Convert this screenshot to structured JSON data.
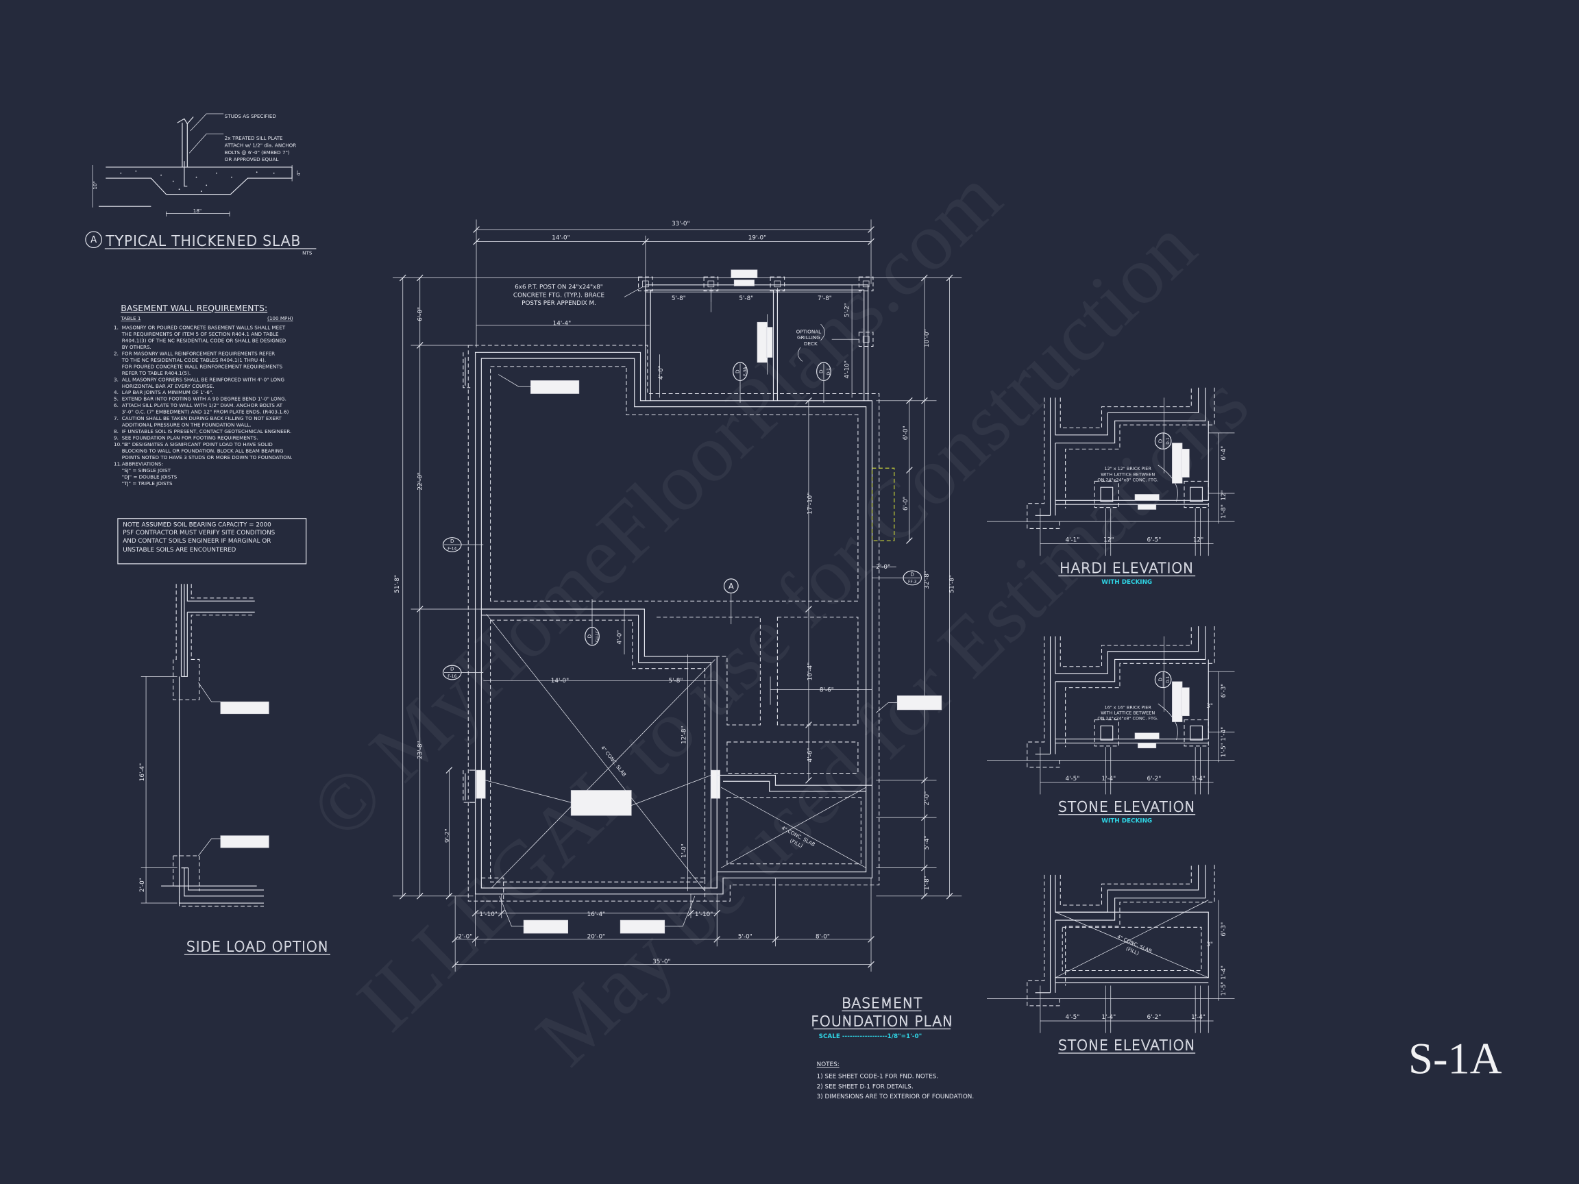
{
  "sheet_id": "S-1A",
  "colors": {
    "background": "#252a3c",
    "linework": "#e6e8f0",
    "accent_cyan": "#2fd6e6",
    "highlight_yellow": "#c8d23a"
  },
  "watermark": [
    "© MyHomeFloorPlans.com",
    "ILLEGAL to use for Construction",
    "May be used for Estimations"
  ],
  "slab_detail": {
    "marker": "A",
    "title": "TYPICAL THICKENED SLAB",
    "scale": "NTS",
    "studs_callout": "STUDS AS SPECIFIED",
    "sill_callout": [
      "2x  TREATED SILL PLATE",
      "ATTACH w/ 1/2\" dia. ANCHOR",
      "BOLTS @ 6'-0\" (EMBED 7\")",
      "OR APPROVED EQUAL"
    ],
    "dim_width": "18\"",
    "dim_depth": "10\"",
    "dim_slab": "4\""
  },
  "wall_requirements": {
    "title": "BASEMENT WALL REQUIREMENTS:",
    "table": "TABLE 1",
    "wind": "(100 MPH)",
    "items": [
      [
        "1.",
        "MASONRY OR POURED CONCRETE BASEMENT WALLS SHALL MEET",
        "THE REQUIREMENTS OF ITEM 5 OF SECTION R404.1 AND TABLE",
        "R404.1(3) OF THE NC RESIDENTIAL CODE OR SHALL BE DESIGNED",
        "BY OTHERS."
      ],
      [
        "2.",
        "FOR MASONRY WALL REINFORCEMENT REQUIREMENTS REFER",
        "TO THE NC RESIDENTIAL CODE TABLES R404.1(1 THRU 4).",
        "FOR POURED CONCRETE WALL REINFORCEMENT REQUIREMENTS",
        "REFER TO TABLE R404.1(5)."
      ],
      [
        "3.",
        "ALL MASONRY CORNERS SHALL BE REINFORCED WITH 4'-0\" LONG",
        "HORIZONTAL BAR AT EVERY COURSE."
      ],
      [
        "4.",
        "LAP BAR JOINTS A MINIMUM OF 1'-6\"."
      ],
      [
        "5.",
        "EXTEND BAR INTO FOOTING WITH A 90 DEGREE BEND 1'-0\" LONG."
      ],
      [
        "6.",
        "ATTACH SILL PLATE TO WALL WITH 1/2\" DIAM. ANCHOR BOLTS AT",
        "3'-0\" O.C. (7\" EMBEDMENT) AND 12\" FROM PLATE ENDS. (R403.1.6)"
      ],
      [
        "7.",
        "CAUTION SHALL BE TAKEN DURING BACK FILLING TO NOT EXERT",
        "ADDITIONAL PRESSURE ON THE FOUNDATION WALL."
      ],
      [
        "8.",
        "IF UNSTABLE SOIL IS PRESENT, CONTACT GEOTECHNICAL ENGINEER."
      ],
      [
        "9.",
        "SEE FOUNDATION PLAN FOR FOOTING REQUIREMENTS."
      ],
      [
        "10.",
        "\"⊠\" DESIGNATES A SIGNIFICANT POINT LOAD TO HAVE SOLID",
        "BLOCKING TO WALL OR FOUNDATION.  BLOCK ALL BEAM BEARING",
        "POINTS NOTED TO HAVE 3 STUDS OR MORE DOWN TO FOUNDATION."
      ],
      [
        "11.",
        "ABBREVIATIONS:",
        "\"SJ\" = SINGLE JOIST",
        "\"DJ\" = DOUBLE JOISTS",
        "\"TJ\" = TRIPLE JOISTS"
      ]
    ]
  },
  "soil_note": [
    "NOTE ASSUMED SOIL BEARING CAPACITY = 2000",
    "PSF CONTRACTOR MUST VERIFY SITE CONDITIONS",
    "AND CONTACT SOILS ENGINEER IF MARGINAL OR",
    "UNSTABLE SOILS ARE ENCOUNTERED"
  ],
  "side_load": {
    "title": "SIDE LOAD OPTION",
    "dim_long": "16'-4\"",
    "dim_short": "2'-0\""
  },
  "plan": {
    "title_line1": "BASEMENT",
    "title_line2": "FOUNDATION PLAN",
    "scale": "SCALE ------------------1/8\"=1'-0\"",
    "post_note": [
      "6x6 P.T. POST ON 24\"x24\"x8\"",
      "CONCRETE FTG. (TYP.). BRACE",
      "POSTS PER APPENDIX M."
    ],
    "deck_note": [
      "OPTIONAL",
      "GRILLING",
      "DECK"
    ],
    "slab_label": "4\" CONC. SLAB",
    "fill_slab_label": "4\" CONC. SLAB",
    "fill_label": "(FILL)",
    "section_marker": "A",
    "detail_refs": {
      "f14": [
        "D",
        "F-14"
      ],
      "f16": [
        "D",
        "F-16"
      ],
      "ff3": [
        "D",
        "FF-3"
      ],
      "f3a": [
        "D",
        "F-3A"
      ],
      "d1": [
        "D",
        "D-1"
      ],
      "gu": [
        "D",
        "GU-1C"
      ]
    },
    "dims": {
      "top_overall": "33'-0\"",
      "top_left": "14'-0\"",
      "top_right": "19'-0\"",
      "deck_1": "5'-8\"",
      "deck_2": "5'-8\"",
      "deck_3": "7'-8\"",
      "offset": "14'-4\"",
      "deck_v1": "5'-2\"",
      "deck_v2": "4'-10\"",
      "step_v": "4'-0\"",
      "left_1": "6'-0\"",
      "left_2": "22'-0\"",
      "left_3": "23'-8\"",
      "left_overall": "51'-8\"",
      "left_garage": "9'-2\"",
      "right_1": "10'-0\"",
      "right_bay1": "6'-0\"",
      "right_bay2": "6'-0\"",
      "right_bump": "2'-0\"",
      "right_2": "32'-8\"",
      "right_overall": "51'-8\"",
      "right_3": "2'-0\"",
      "right_4": "5'-4\"",
      "right_5": "1'-8\"",
      "int_v1": "17'-10\"",
      "int_v2": "4'-0\"",
      "int_h1": "14'-0\"",
      "int_h2": "5'-8\"",
      "int_v3": "12'-8\"",
      "int_v4": "10'-4\"",
      "int_h3": "8'-6\"",
      "int_v5": "4'-6\"",
      "int_v6": "1'-0\"",
      "bot_1": "1'-10\"",
      "bot_2": "16'-4\"",
      "bot_3": "1'-10\"",
      "bot_4": "2'-0\"",
      "bot_5": "20'-0\"",
      "bot_6": "5'-0\"",
      "bot_7": "8'-0\"",
      "bot_overall": "35'-0\""
    },
    "notes_title": "NOTES:",
    "notes": [
      "1)  SEE SHEET CODE-1 FOR FND. NOTES.",
      "2)  SEE SHEET D-1 FOR DETAILS.",
      "3)  DIMENSIONS ARE TO EXTERIOR OF FOUNDATION."
    ]
  },
  "elevations": [
    {
      "title": "HARDI ELEVATION",
      "subtitle": "WITH DECKING",
      "type": "pier",
      "note": [
        "12\" x 12\" BRICK PIER",
        "WITH LATTICE BETWEEN",
        "ON 24\"x24\"x8\" CONC. FTG."
      ],
      "ref": [
        "D",
        "D-1"
      ],
      "v_dims": [
        "6'-4\"",
        "12\"",
        "1'-8\""
      ],
      "h_dims": [
        "4'-1\"",
        "12\"",
        "6'-5\"",
        "12\""
      ]
    },
    {
      "title": "STONE ELEVATION",
      "subtitle": "WITH DECKING",
      "type": "pier",
      "note": [
        "16\" x 16\" BRICK PIER",
        "WITH LATTICE BETWEEN",
        "ON 24\"x24\"x8\" CONC. FTG."
      ],
      "ref": [
        "D",
        "D-1"
      ],
      "v_dims": [
        "6'-3\"",
        "3\"",
        "1'-4\"",
        "1'-5\""
      ],
      "h_dims": [
        "4'-5\"",
        "1'-4\"",
        "6'-2\"",
        "1'-4\""
      ]
    },
    {
      "title": "STONE ELEVATION",
      "type": "slab",
      "slab_label": "4\" CONC. SLAB",
      "fill_label": "(FILL)",
      "v_dims": [
        "6'-3\"",
        "3\"",
        "1'-4\"",
        "1'-5\""
      ],
      "h_dims": [
        "4'-5\"",
        "1'-4\"",
        "6'-2\"",
        "1'-4\""
      ]
    }
  ]
}
